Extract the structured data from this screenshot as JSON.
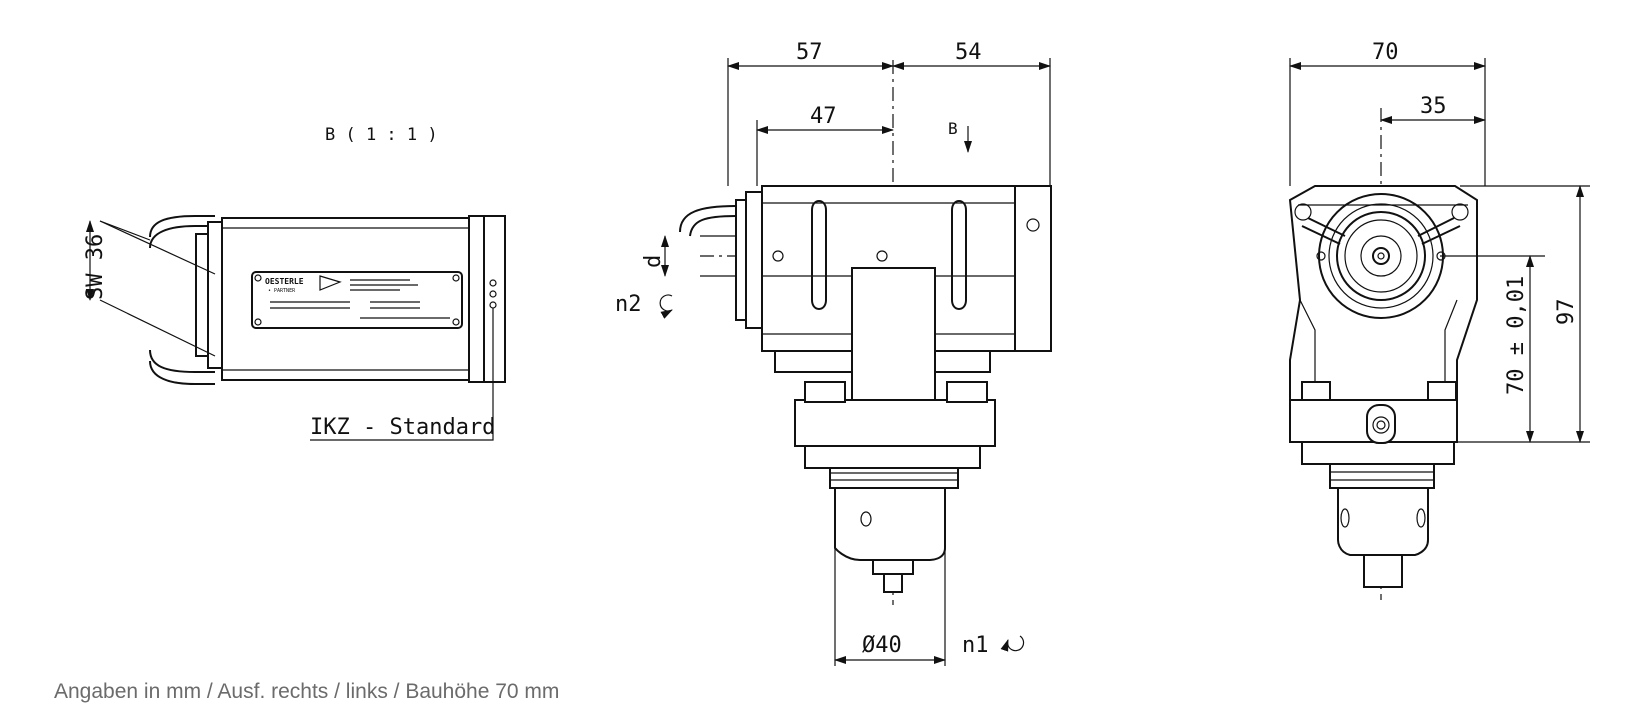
{
  "view_b": {
    "title": "B ( 1 : 1 )",
    "sw": "SW 36",
    "ikz": "IKZ - Standard"
  },
  "view_side": {
    "dim_57": "57",
    "dim_54": "54",
    "dim_47": "47",
    "arrow_b": "B",
    "d": "d",
    "n2": "n2",
    "dia40": "Ø40",
    "n1": "n1"
  },
  "view_front": {
    "dim_70": "70",
    "dim_35": "35",
    "dim_tol": "70 ± 0,01",
    "dim_97": "97"
  },
  "caption": "Angaben in mm / Ausf. rechts / links / Bauhöhe 70 mm"
}
